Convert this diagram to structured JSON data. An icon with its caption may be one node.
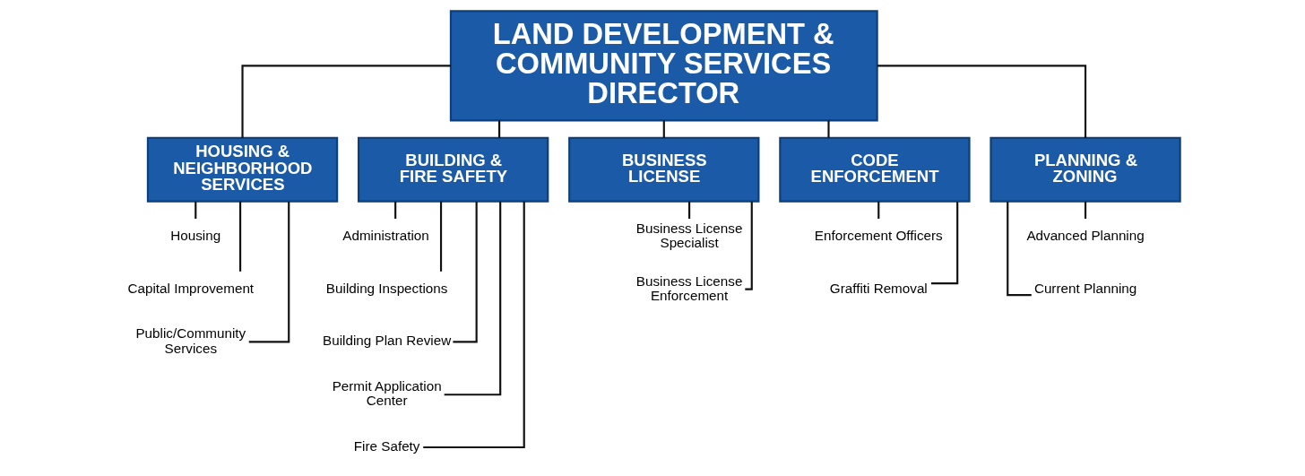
{
  "diagram": {
    "nodes": [
      {
        "text": [
          "LAND DEVELOPMENT & COMMUNITY SERVICES DIRECTOR"
        ]
      },
      {
        "text": [
          "HOUSING & NEIGHBORHOOD SERVICES"
        ]
      },
      {
        "text": [
          "BUILDING & FIRE SAFETY"
        ]
      },
      {
        "text": [
          "BUSINESS LICENSE"
        ]
      },
      {
        "text": [
          "CODE ENFORCEMENT"
        ]
      },
      {
        "text": [
          "PLANNING & ZONING"
        ]
      },
      {
        "text": [
          "Housing"
        ]
      },
      {
        "text": [
          "Capital Improvement"
        ]
      },
      {
        "text": [
          "Public/Community Services"
        ]
      },
      {
        "text": [
          "Administration"
        ]
      },
      {
        "text": [
          "Building Inspections"
        ]
      },
      {
        "text": [
          "Building Plan Review"
        ]
      },
      {
        "text": [
          "Permit Application Center"
        ]
      },
      {
        "text": [
          "Fire Safety"
        ]
      },
      {
        "text": [
          "Business License Specialist"
        ]
      },
      {
        "text": [
          "Business License Enforcement"
        ]
      },
      {
        "text": [
          "Enforcement Officers"
        ]
      },
      {
        "text": [
          "Graffiti Removal"
        ]
      },
      {
        "text": [
          "Advanced Planning"
        ]
      },
      {
        "text": [
          "Current Planning"
        ]
      }
    ],
    "edges": [
      {
        "from": 0,
        "to": 1,
        "arrow": "none"
      },
      {
        "from": 0,
        "to": 2,
        "arrow": "none"
      },
      {
        "from": 0,
        "to": 3,
        "arrow": "none"
      },
      {
        "from": 0,
        "to": 4,
        "arrow": "none"
      },
      {
        "from": 0,
        "to": 5,
        "arrow": "none"
      },
      {
        "from": 1,
        "to": 6,
        "arrow": "none"
      },
      {
        "from": 1,
        "to": 7,
        "arrow": "none"
      },
      {
        "from": 1,
        "to": 8,
        "arrow": "none"
      },
      {
        "from": 2,
        "to": 9,
        "arrow": "none"
      },
      {
        "from": 2,
        "to": 10,
        "arrow": "none"
      },
      {
        "from": 2,
        "to": 11,
        "arrow": "none"
      },
      {
        "from": 2,
        "to": 12,
        "arrow": "none"
      },
      {
        "from": 2,
        "to": 13,
        "arrow": "none"
      },
      {
        "from": 3,
        "to": 14,
        "arrow": "none"
      },
      {
        "from": 3,
        "to": 15,
        "arrow": "none"
      },
      {
        "from": 4,
        "to": 16,
        "arrow": "none"
      },
      {
        "from": 4,
        "to": 17,
        "arrow": "none"
      },
      {
        "from": 5,
        "to": 18,
        "arrow": "none"
      },
      {
        "from": 5,
        "to": 19,
        "arrow": "none"
      }
    ]
  }
}
